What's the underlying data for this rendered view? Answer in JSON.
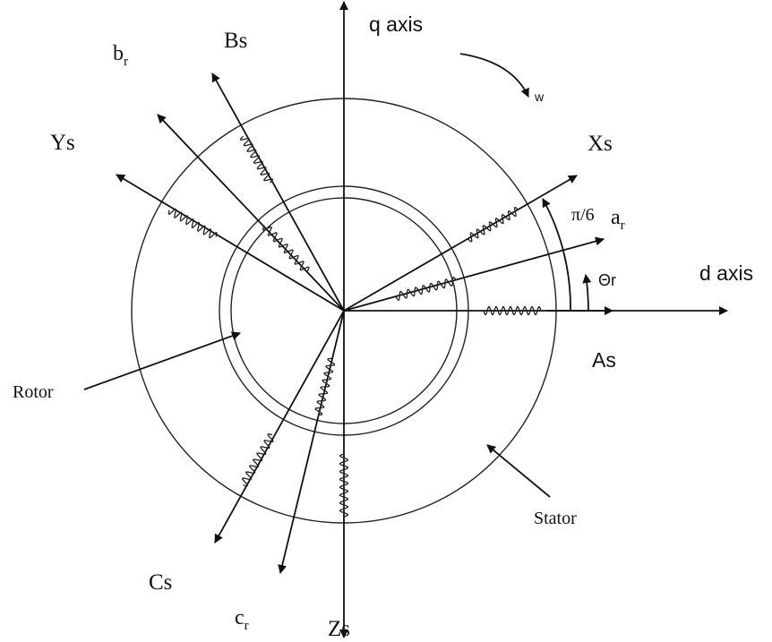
{
  "labels": {
    "q_axis": "q axis",
    "d_axis": "d axis",
    "w": "w",
    "bs": "Bs",
    "br_main": "b",
    "br_sub": "r",
    "ys": "Ys",
    "xs": "Xs",
    "ar_main": "a",
    "ar_sub": "r",
    "pi6": "π/6",
    "theta_r": "Θr",
    "as": "As",
    "rotor": "Rotor",
    "stator": "Stator",
    "cs": "Cs",
    "cr_main": "c",
    "cr_sub": "r",
    "zs": "Zs"
  }
}
